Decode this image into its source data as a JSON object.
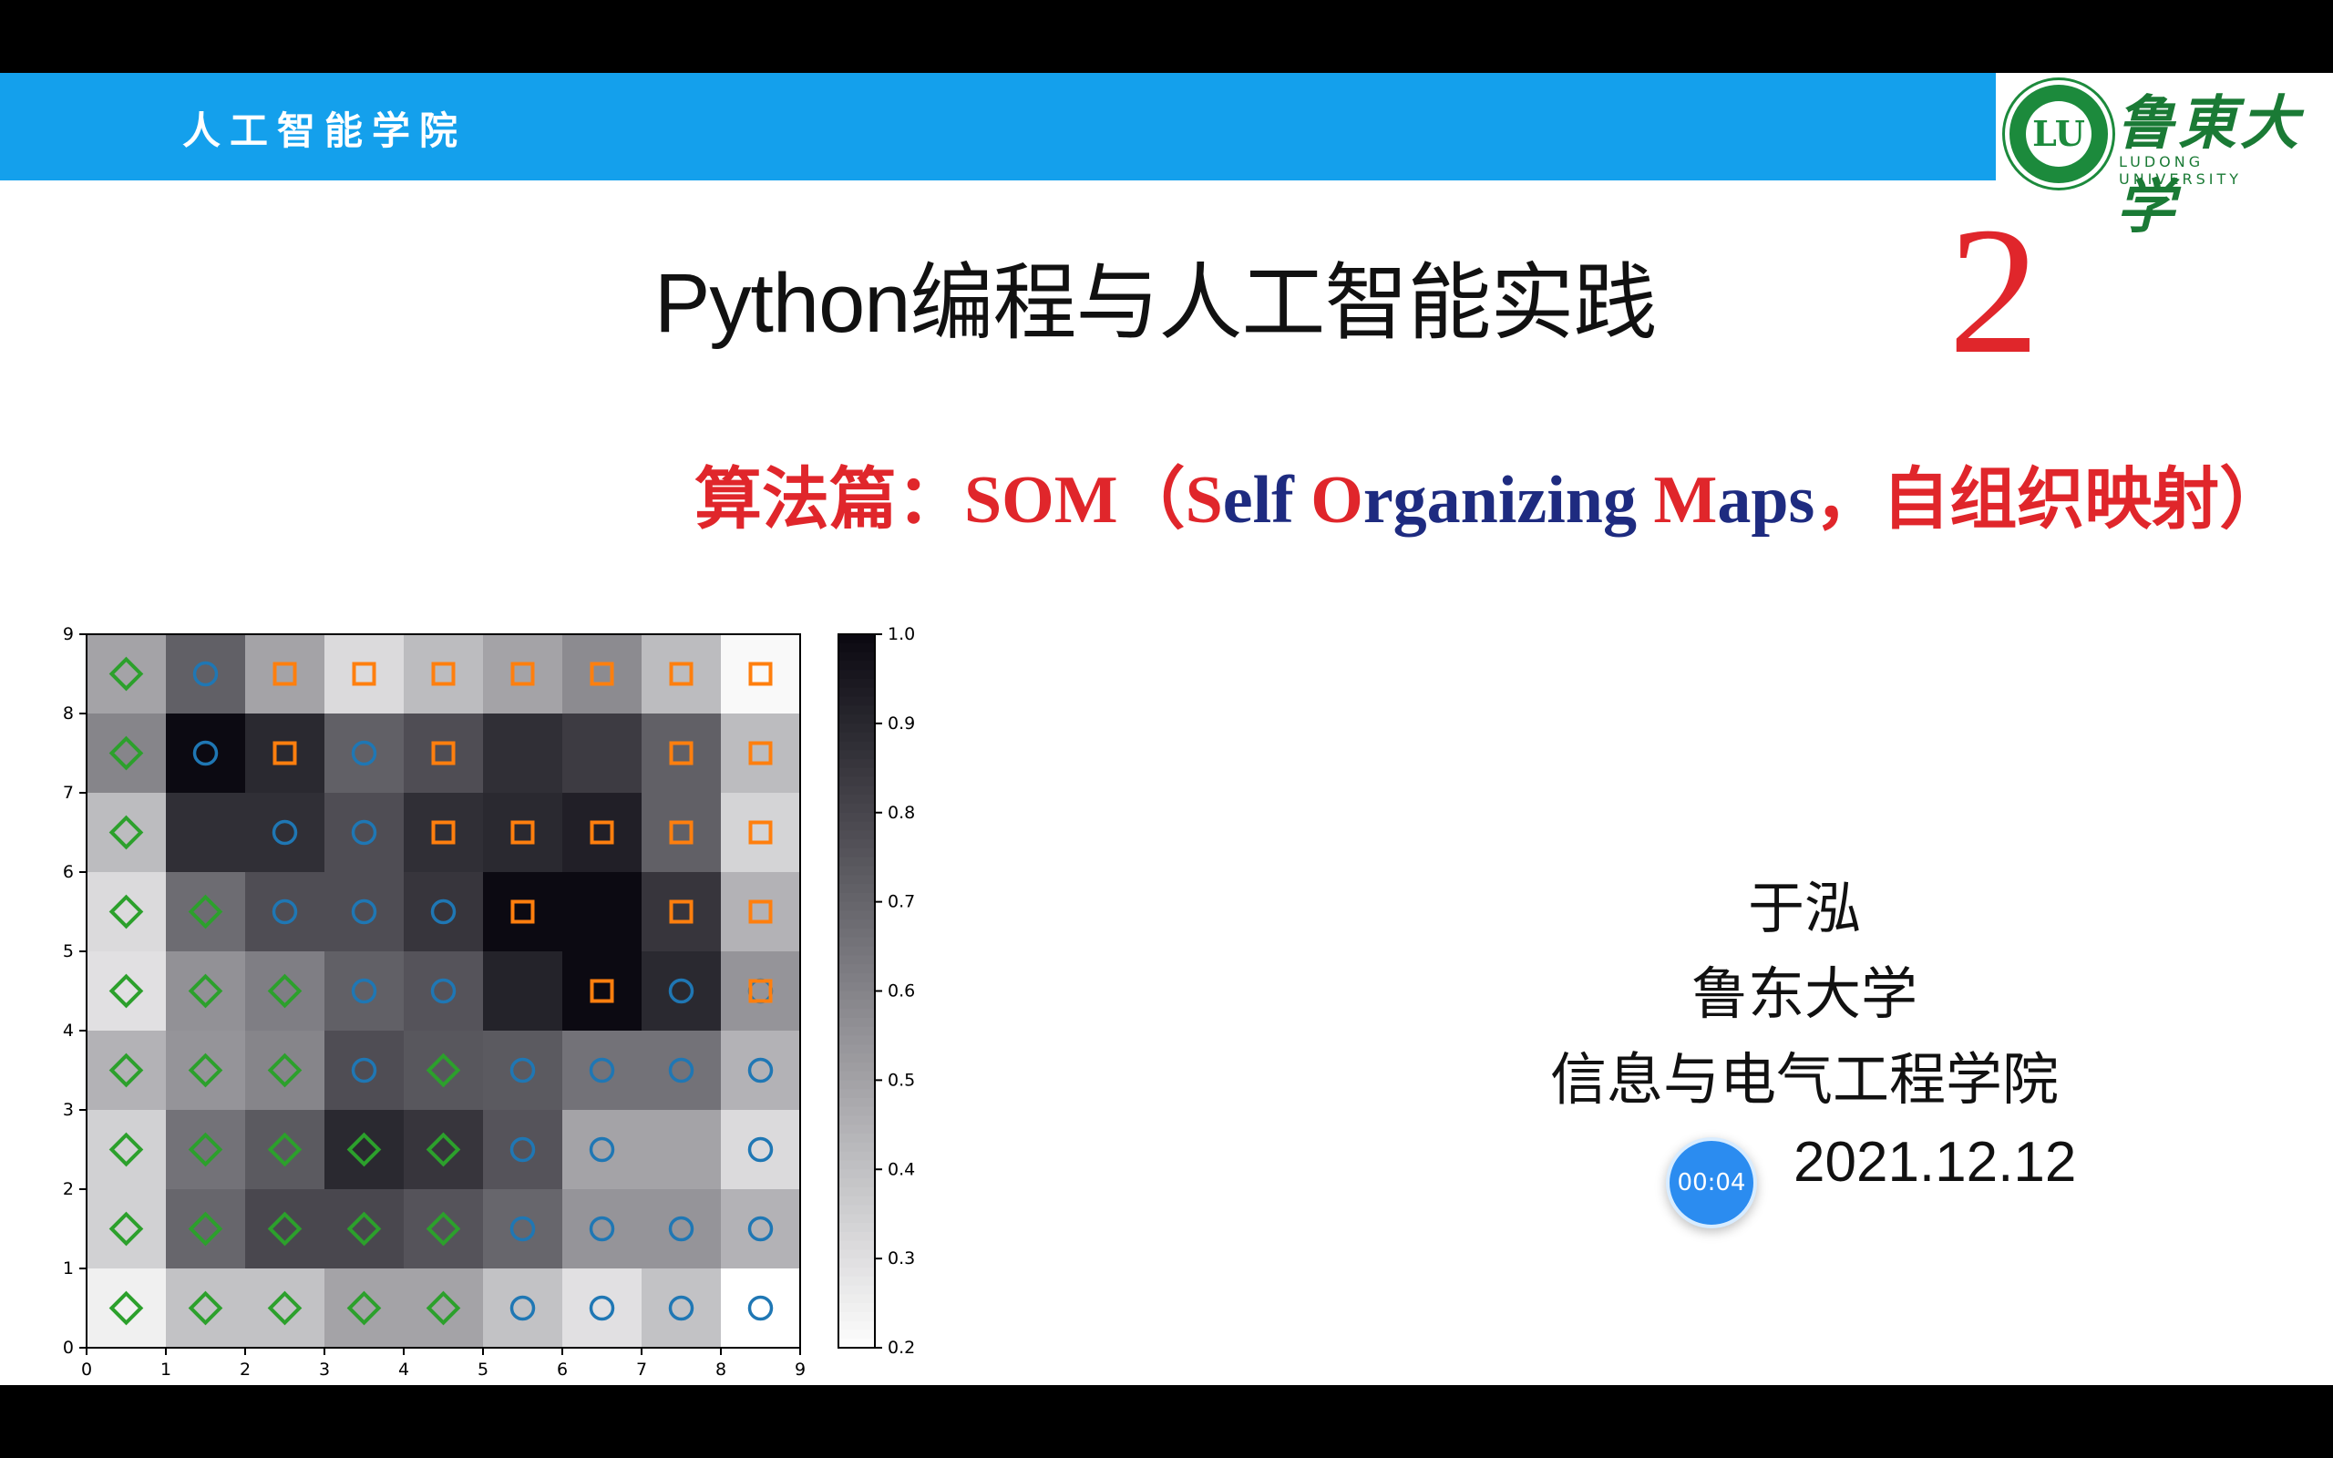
{
  "banner": {
    "college": "人工智能学院",
    "university_cn": "鲁東大学",
    "university_en": "LUDONG UNIVERSITY",
    "seal_text": "LU"
  },
  "slide": {
    "title": "Python编程与人工智能实践",
    "chapter_number": "2",
    "subtitle": {
      "prefix": "算法篇：",
      "s1": "SOM（",
      "s2": "S",
      "s3": "elf ",
      "s4": "O",
      "s5": "rganizing ",
      "s6": "M",
      "s7": "aps",
      "s8": "，自组织映射）"
    },
    "author": {
      "name": "于泓",
      "university": "鲁东大学",
      "school": "信息与电气工程学院",
      "date": "2021.12.12"
    },
    "timer": "00:04"
  },
  "colors": {
    "banner": "#14a0ec",
    "accent_red": "#e0262b",
    "navy": "#1e2b80",
    "green_marker": "#2ca02c",
    "orange_marker": "#ff7f0e",
    "blue_marker": "#1f77b4"
  },
  "chart_data": {
    "type": "heatmap",
    "colormap": "bone_r",
    "xlim": [
      0,
      9
    ],
    "ylim": [
      0,
      9
    ],
    "x_ticks": [
      "0",
      "1",
      "2",
      "3",
      "4",
      "5",
      "6",
      "7",
      "8",
      "9"
    ],
    "y_ticks": [
      "0",
      "1",
      "2",
      "3",
      "4",
      "5",
      "6",
      "7",
      "8",
      "9"
    ],
    "colorbar_range": [
      0.2,
      1.0
    ],
    "colorbar_ticks": [
      "1.0",
      "0.9",
      "0.8",
      "0.7",
      "0.6",
      "0.5",
      "0.4",
      "0.3",
      "0.2"
    ],
    "rows_top_to_bottom": [
      [
        0.5,
        0.72,
        0.5,
        0.32,
        0.42,
        0.5,
        0.58,
        0.42,
        0.22
      ],
      [
        0.6,
        1.0,
        0.9,
        0.72,
        0.78,
        0.88,
        0.84,
        0.72,
        0.42
      ],
      [
        0.42,
        0.88,
        0.88,
        0.78,
        0.88,
        0.9,
        0.93,
        0.72,
        0.34
      ],
      [
        0.32,
        0.68,
        0.78,
        0.78,
        0.86,
        1.0,
        1.0,
        0.86,
        0.45
      ],
      [
        0.3,
        0.56,
        0.62,
        0.72,
        0.76,
        0.92,
        1.0,
        0.9,
        0.55
      ],
      [
        0.45,
        0.55,
        0.6,
        0.78,
        0.75,
        0.74,
        0.66,
        0.66,
        0.45
      ],
      [
        0.35,
        0.66,
        0.74,
        0.9,
        0.86,
        0.76,
        0.5,
        0.5,
        0.32
      ],
      [
        0.35,
        0.7,
        0.8,
        0.8,
        0.76,
        0.7,
        0.55,
        0.55,
        0.45
      ],
      [
        0.25,
        0.4,
        0.4,
        0.5,
        0.5,
        0.4,
        0.3,
        0.4,
        0.2
      ]
    ],
    "markers_top_to_bottom": [
      [
        "D",
        "o",
        "s",
        "s",
        "s",
        "s",
        "s",
        "s",
        "s"
      ],
      [
        "D",
        "o",
        "s",
        "o",
        "s",
        "",
        "",
        "s",
        "s"
      ],
      [
        "D",
        "",
        "o",
        "o",
        "s",
        "s",
        "s",
        "s",
        "s"
      ],
      [
        "D",
        "D",
        "o",
        "o",
        "o",
        "s",
        "",
        "s",
        "s"
      ],
      [
        "D",
        "D",
        "D",
        "o",
        "o",
        "",
        "s",
        "o",
        "os"
      ],
      [
        "D",
        "D",
        "D",
        "o",
        "D",
        "o",
        "o",
        "o",
        "o"
      ],
      [
        "D",
        "D",
        "D",
        "D",
        "D",
        "o",
        "o",
        "",
        "o"
      ],
      [
        "D",
        "D",
        "D",
        "D",
        "D",
        "o",
        "o",
        "o",
        "o"
      ],
      [
        "D",
        "D",
        "D",
        "D",
        "D",
        "o",
        "o",
        "o",
        "o"
      ]
    ]
  }
}
